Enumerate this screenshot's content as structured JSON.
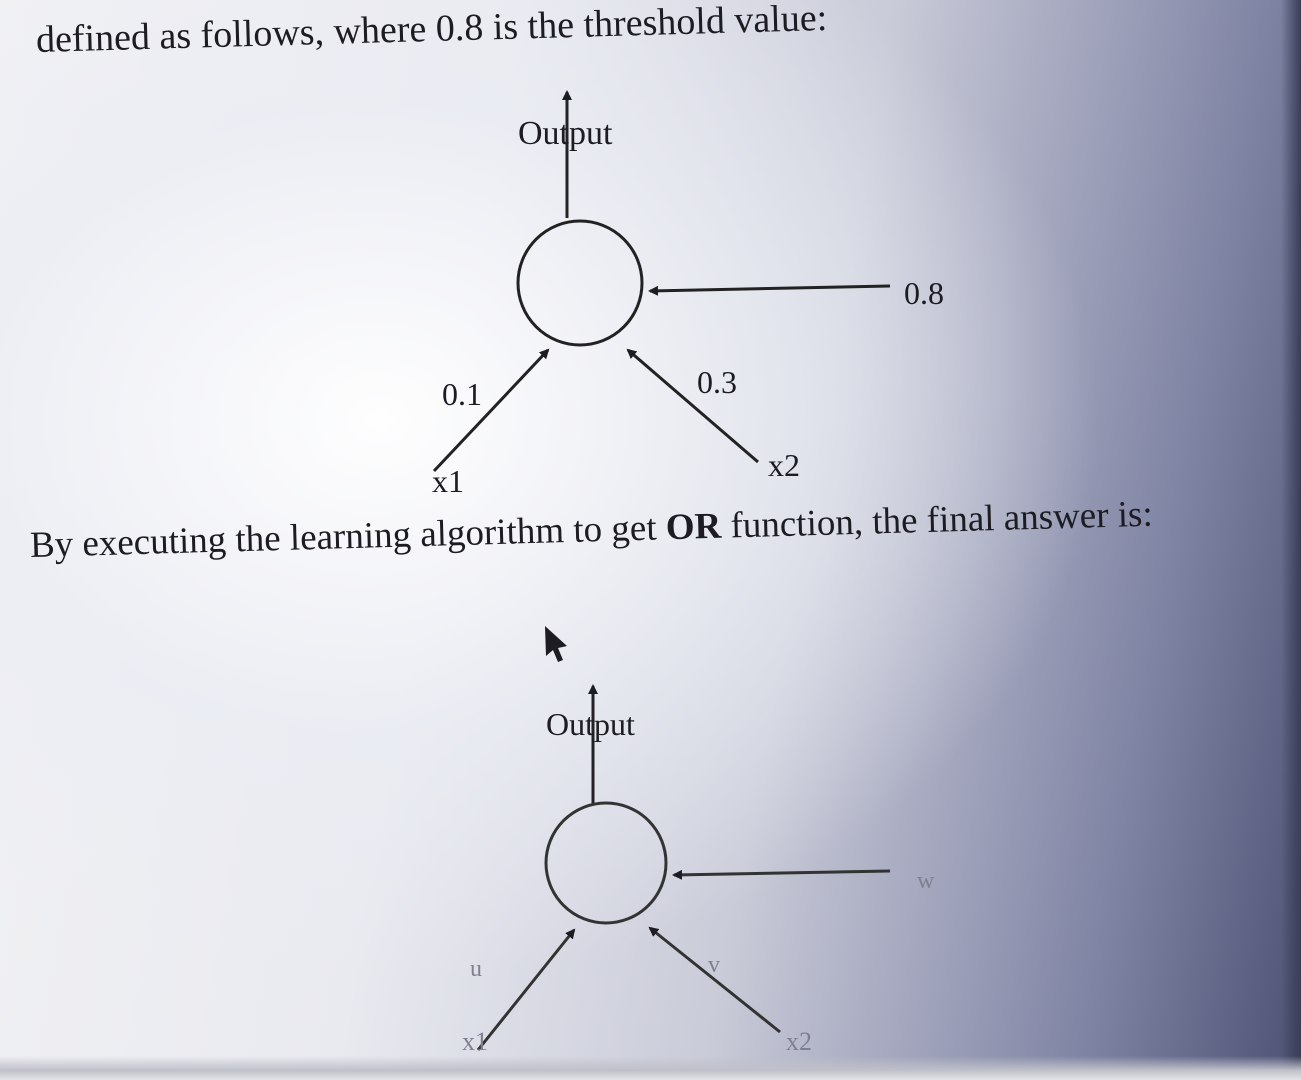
{
  "text": {
    "heading": "defined as follows, where 0.8 is the threshold value:",
    "body_pre": "By executing the learning algorithm to get ",
    "body_strong": "OR",
    "body_post": " function, the final answer is:"
  },
  "diagram_top": {
    "output_label": "Output",
    "threshold_label": "0.8",
    "weight_left_label": "0.1",
    "weight_right_label": "0.3",
    "input_left_label": "x1",
    "input_right_label": "x2"
  },
  "diagram_bottom": {
    "output_label": "Output",
    "threshold_label": "w",
    "weight_left_label": "u",
    "weight_right_label": "v",
    "input_left_label": "x1",
    "input_right_label": "x2"
  }
}
